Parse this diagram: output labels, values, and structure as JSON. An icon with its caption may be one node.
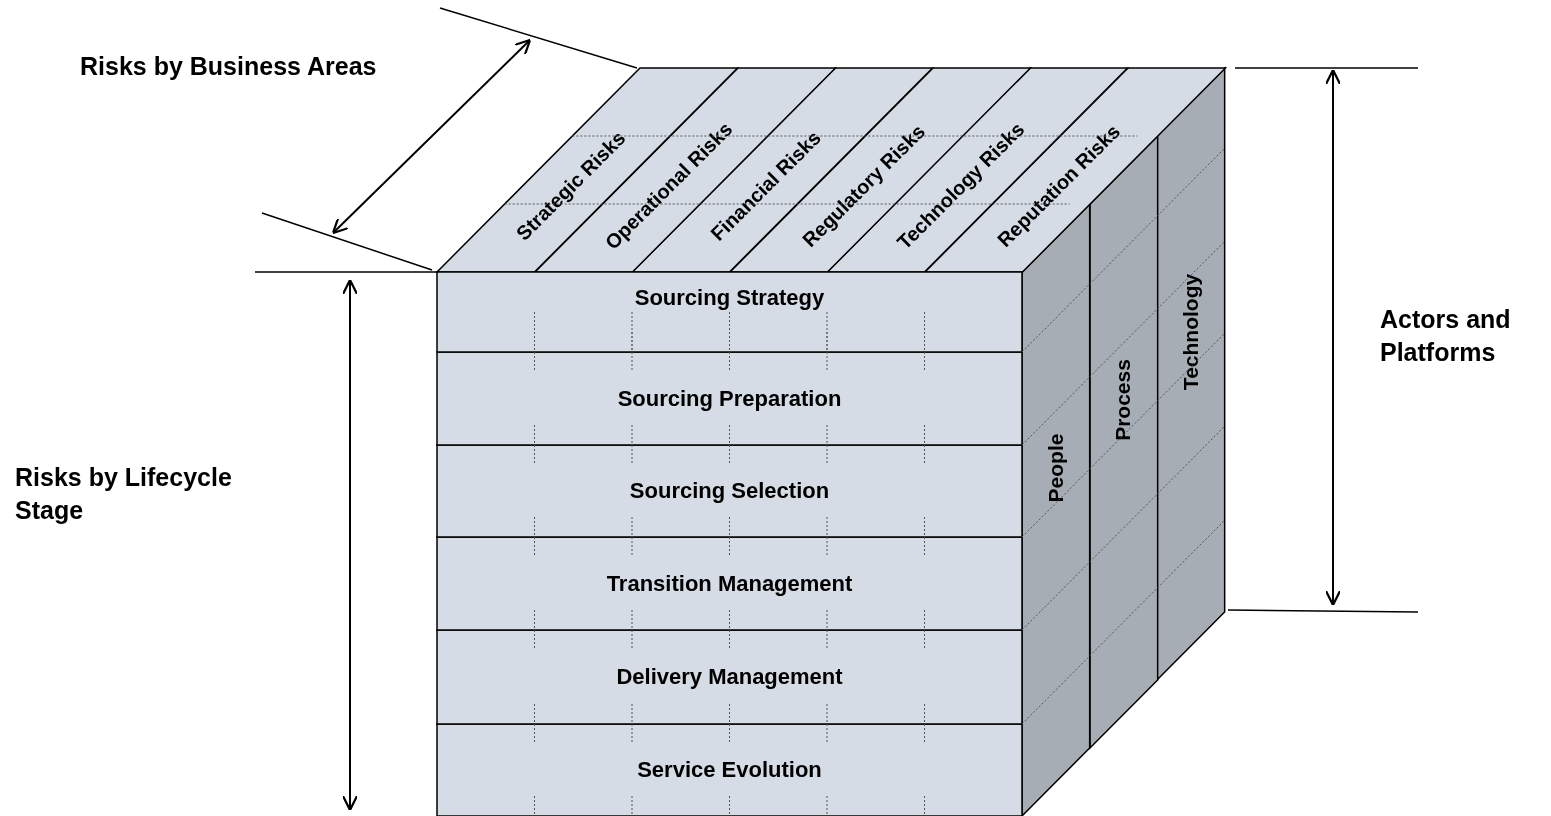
{
  "diagram": {
    "nodes": [
      {
        "text": [
          "Sourcing Strategy"
        ]
      },
      {
        "text": [
          "Sourcing Preparation"
        ]
      },
      {
        "text": [
          "Sourcing Selection"
        ]
      },
      {
        "text": [
          "Transition Management"
        ]
      },
      {
        "text": [
          "Delivery Management"
        ]
      },
      {
        "text": [
          "Service Evolution"
        ]
      },
      {
        "text": [
          "Strategic Risks"
        ]
      },
      {
        "text": [
          "Operational Risks"
        ]
      },
      {
        "text": [
          "Financial Risks"
        ]
      },
      {
        "text": [
          "Regulatory Risks"
        ]
      },
      {
        "text": [
          "Technology Risks"
        ]
      },
      {
        "text": [
          "Reputation Risks"
        ]
      },
      {
        "text": [
          "People"
        ]
      },
      {
        "text": [
          "Process"
        ]
      },
      {
        "text": [
          "Technology"
        ]
      }
    ],
    "labels": [
      "Risks by Business Areas",
      "Actors and Platforms",
      "Risks by Lifecycle Stage"
    ]
  }
}
